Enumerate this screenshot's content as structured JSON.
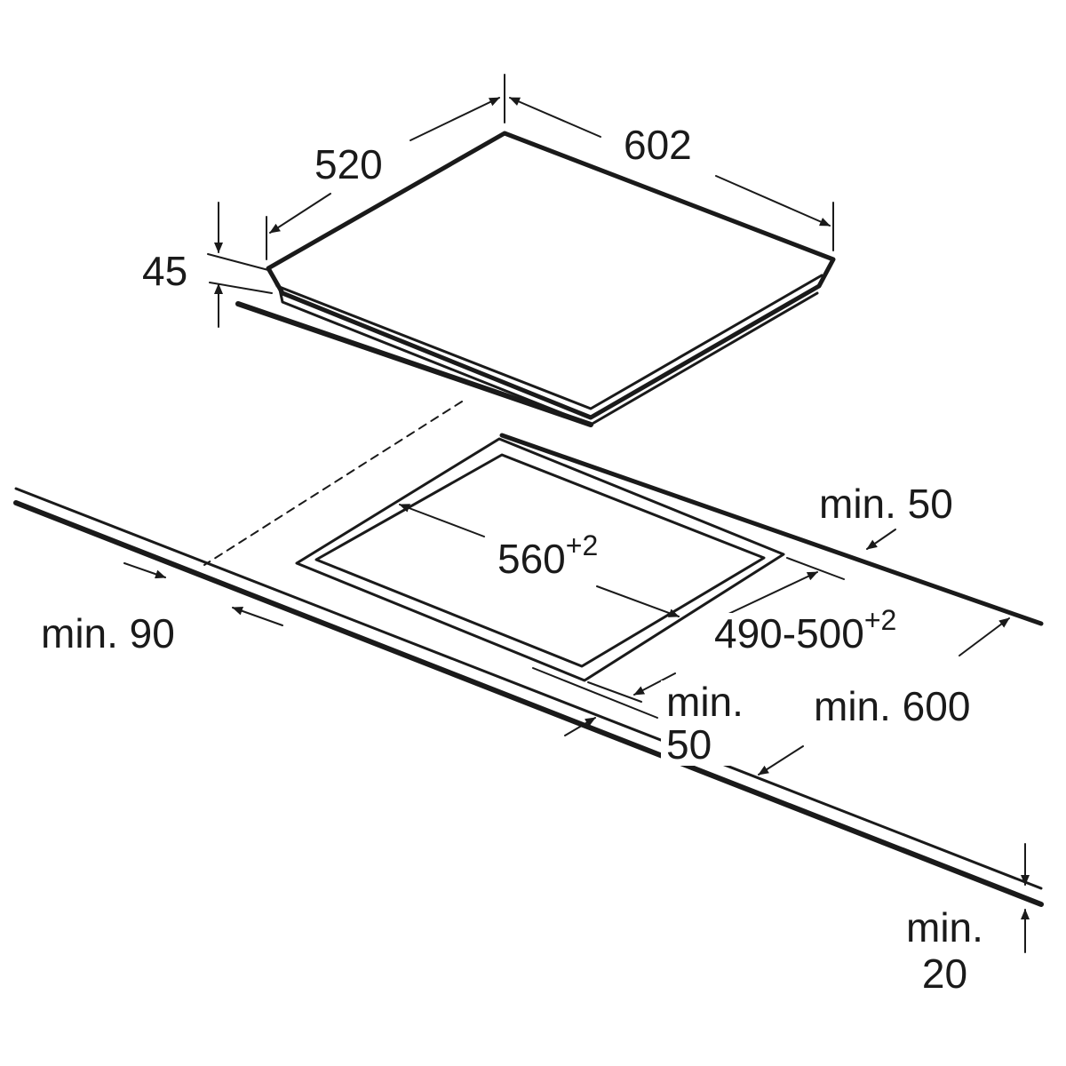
{
  "colors": {
    "line": "#1a1a1a",
    "background": "#ffffff"
  },
  "hob": {
    "depth": "520",
    "width": "602",
    "height": "45"
  },
  "cutout": {
    "width": "560",
    "width_tolerance": "+2",
    "depth": "490-500",
    "depth_tolerance": "+2"
  },
  "clearances": {
    "rear": "min. 50",
    "front_line1": "min.",
    "front_line2": "50",
    "counter_depth": "min. 600",
    "left": "min. 90",
    "thickness_line1": "min.",
    "thickness_line2": "20"
  }
}
